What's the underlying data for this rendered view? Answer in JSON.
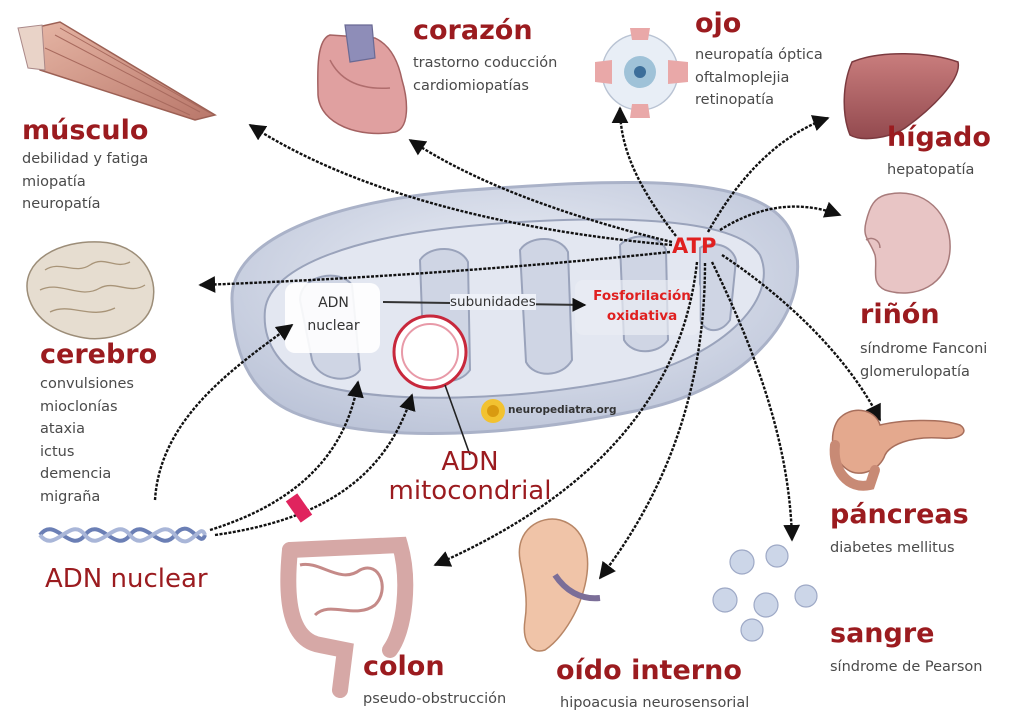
{
  "center": {
    "atp_label": "ATP",
    "nuclear_dna_box": [
      "ADN",
      "nuclear"
    ],
    "subunits_label": "subunidades",
    "phosphorylation": [
      "Fosforilación",
      "oxidativa"
    ],
    "mito_dna": [
      "ADN",
      "mitocondrial"
    ],
    "nuclear_dna_title": "ADN nuclear",
    "watermark": "neuropediatra.org"
  },
  "organs": {
    "musculo": {
      "name": "músculo",
      "effects": [
        "debilidad y fatiga",
        "miopatía",
        "neuropatía"
      ]
    },
    "corazon": {
      "name": "corazón",
      "effects": [
        "trastorno coducción",
        "cardiomiopatías"
      ]
    },
    "ojo": {
      "name": "ojo",
      "effects": [
        "neuropatía óptica",
        "oftalmoplejia",
        "retinopatía"
      ]
    },
    "higado": {
      "name": "hígado",
      "effects": [
        "hepatopatía"
      ]
    },
    "rinon": {
      "name": "riñón",
      "effects": [
        "síndrome Fanconi",
        "glomerulopatía"
      ]
    },
    "pancreas": {
      "name": "páncreas",
      "effects": [
        "diabetes mellitus"
      ]
    },
    "sangre": {
      "name": "sangre",
      "effects": [
        "síndrome de Pearson"
      ]
    },
    "oido": {
      "name": "oído interno",
      "effects": [
        "hipoacusia neurosensorial"
      ]
    },
    "colon": {
      "name": "colon",
      "effects": [
        "pseudo-obstrucción"
      ]
    },
    "cerebro": {
      "name": "cerebro",
      "effects": [
        "convulsiones",
        "mioclonías",
        "ataxia",
        "ictus",
        "demencia",
        "migraña"
      ]
    }
  },
  "colors": {
    "title": "#9b1b1f",
    "effect_text": "#4a4a4a",
    "atp": "#e02020",
    "arrow": "#111111",
    "mito_fill": "#d6dbe8",
    "block_mark": "#e0245e",
    "watermark_badge": "#f2c230"
  }
}
